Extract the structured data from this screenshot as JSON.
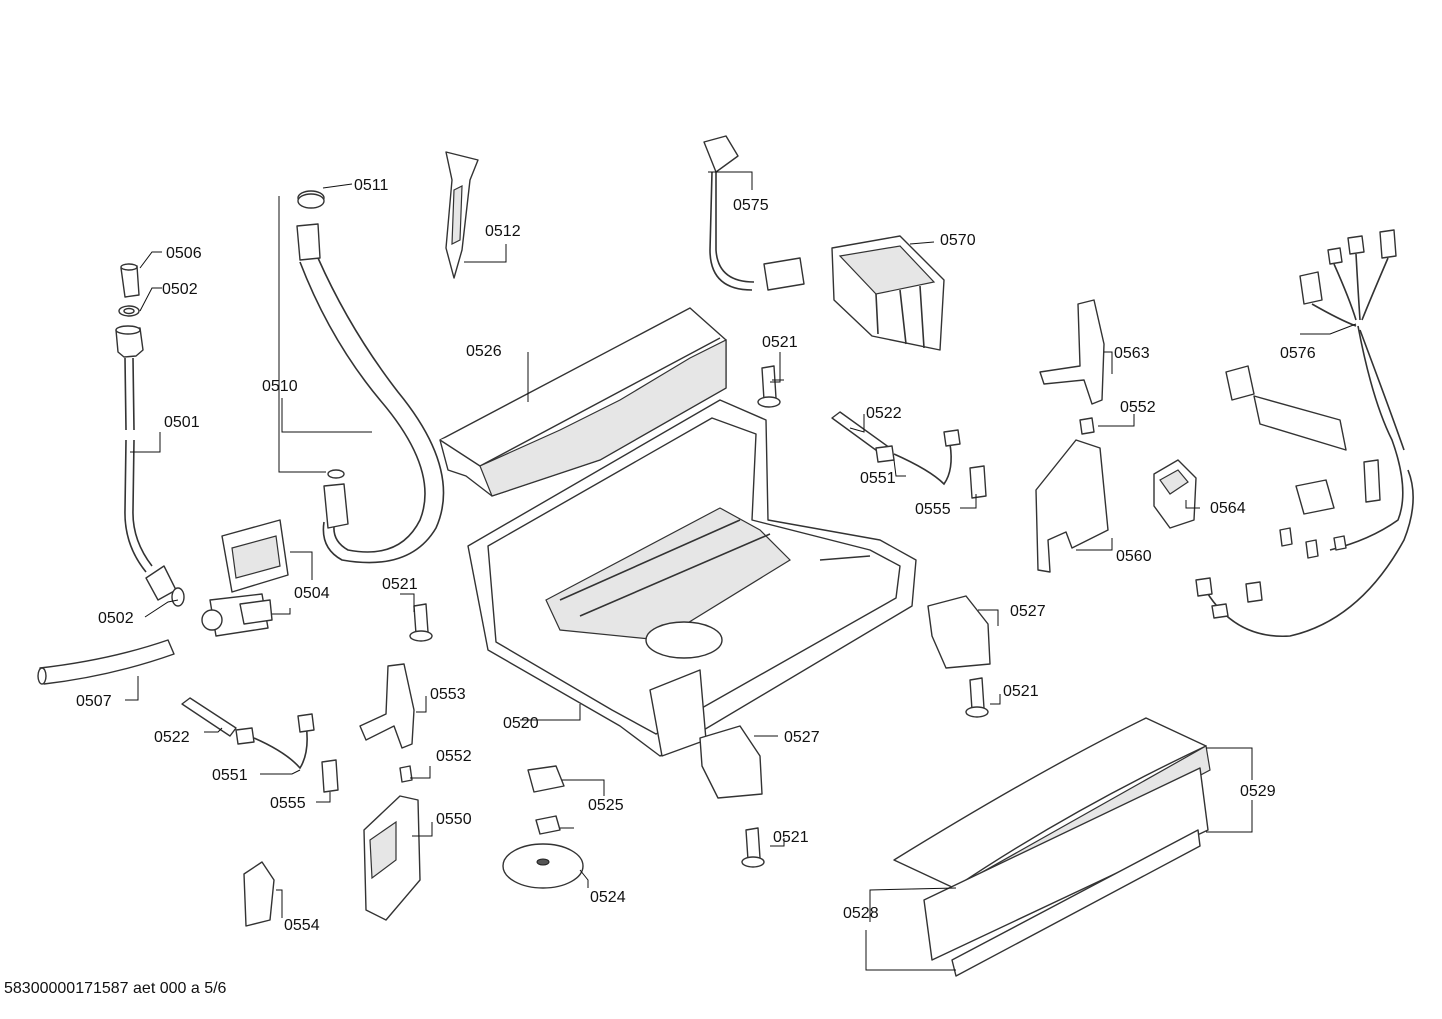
{
  "document_id": "58300000171587 aet 000 a 5/6",
  "labels": {
    "p0501": "0501",
    "p0502": "0502",
    "p0504": "0504",
    "p0506": "0506",
    "p0507": "0507",
    "p0510": "0510",
    "p0511": "0511",
    "p0512": "0512",
    "p0520": "0520",
    "p0521": "0521",
    "p0522": "0522",
    "p0524": "0524",
    "p0525": "0525",
    "p0526": "0526",
    "p0527": "0527",
    "p0528": "0528",
    "p0529": "0529",
    "p0550": "0550",
    "p0551": "0551",
    "p0552": "0552",
    "p0553": "0553",
    "p0554": "0554",
    "p0555": "0555",
    "p0560": "0560",
    "p0563": "0563",
    "p0564": "0564",
    "p0570": "0570",
    "p0575": "0575",
    "p0576": "0576"
  }
}
